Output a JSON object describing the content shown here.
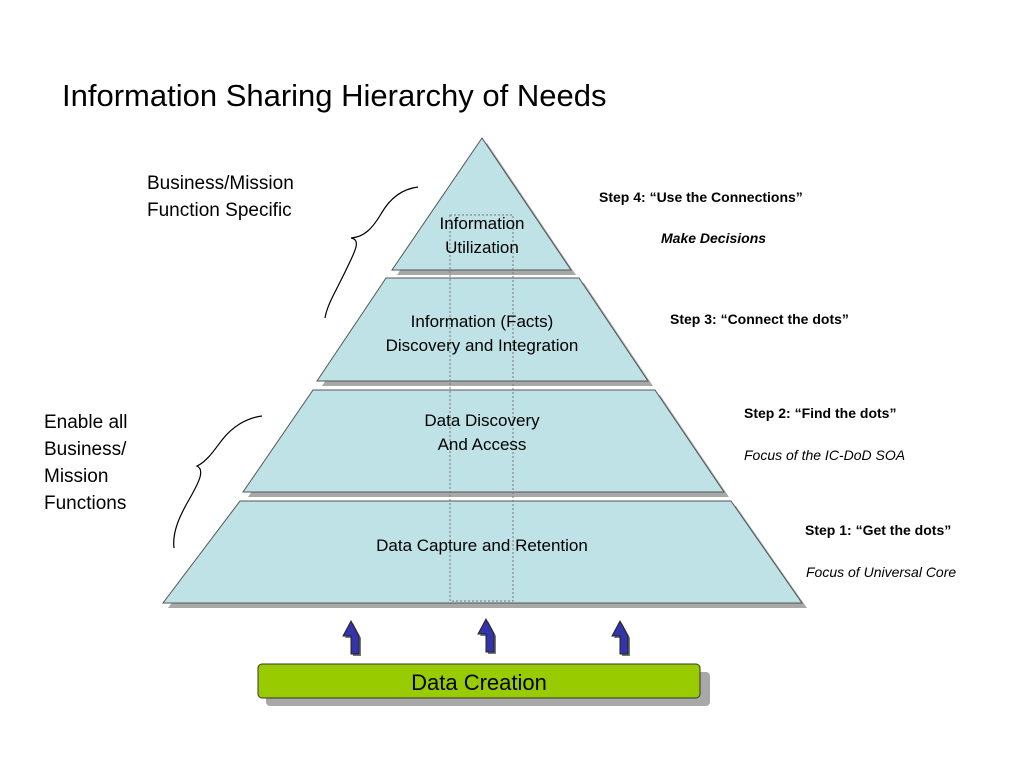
{
  "title": "Information Sharing Hierarchy of Needs",
  "tiers": [
    {
      "line1": "Information",
      "line2": "Utilization"
    },
    {
      "line1": "Information (Facts)",
      "line2": "Discovery and Integration"
    },
    {
      "line1": "Data Discovery",
      "line2": "And Access"
    },
    {
      "line1": "Data Capture and Retention",
      "line2": ""
    }
  ],
  "groups": {
    "upper": {
      "line1": "Business/Mission",
      "line2": "Function Specific"
    },
    "lower": {
      "line1": "Enable all",
      "line2": "Business/",
      "line3": "Mission",
      "line4": "Functions"
    }
  },
  "steps": [
    {
      "label": "Step 4:  “Use the Connections”",
      "note": "Make Decisions"
    },
    {
      "label": "Step 3:  “Connect the dots”",
      "note": ""
    },
    {
      "label": "Step 2:  “Find the dots”",
      "note": "Focus of the IC-DoD SOA"
    },
    {
      "label": "Step 1:  “Get the dots”",
      "note": "Focus of Universal Core"
    }
  ],
  "base": {
    "label": "Data Creation"
  },
  "colors": {
    "tier_fill": "#bfe2e6",
    "shadow": "#a8a8a8",
    "base_fill": "#99cc00",
    "arrow_fill": "#3333aa"
  }
}
